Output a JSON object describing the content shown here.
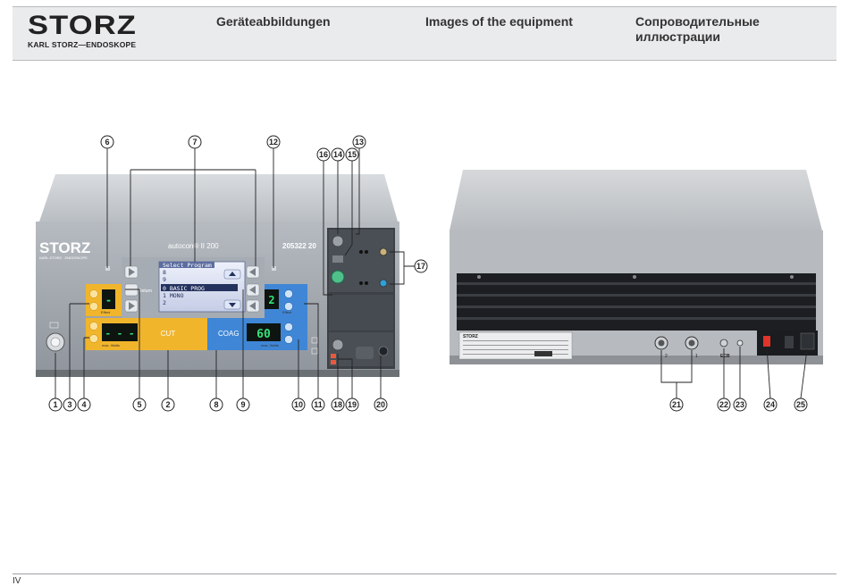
{
  "header": {
    "logo_main": "STORZ",
    "logo_sub": "KARL STORZ—ENDOSKOPE",
    "title_de": "Geräteabbildungen",
    "title_en": "Images of the equipment",
    "title_ru_line1": "Сопроводительные",
    "title_ru_line2": "иллюстрации"
  },
  "device_front": {
    "brand": "STORZ",
    "brand_sub": "KARL STORZ · ENDOSKOPE",
    "model": "autocon® II 200",
    "model_number": "205322 20",
    "display_title": "Select Program",
    "display_lines": [
      "8",
      "9",
      "0  BASIC PROG",
      "1  MONO",
      "2"
    ],
    "cut_label": "CUT",
    "coag_label": "COAG",
    "return_label": "Return",
    "cut_effect_value": "-",
    "cut_effect_label": "Effect",
    "cut_power_value": "- - -",
    "cut_power_label": "max. Watts",
    "coag_effect_value": "2",
    "coag_effect_label": "Effect",
    "coag_power_value": "60",
    "coag_power_label": "max. Watts"
  },
  "device_rear": {
    "brand": "STORZ",
    "port_label_2": "2",
    "port_label_1": "1",
    "port_label_ecb": "ECB"
  },
  "callouts_front": [
    "1",
    "2",
    "3",
    "4",
    "5",
    "6",
    "7",
    "8",
    "9",
    "10",
    "11",
    "12",
    "13",
    "14",
    "15",
    "16",
    "17",
    "18",
    "19",
    "20"
  ],
  "callouts_rear": [
    "21",
    "22",
    "23",
    "24",
    "25"
  ],
  "footer": {
    "page_number": "IV"
  }
}
